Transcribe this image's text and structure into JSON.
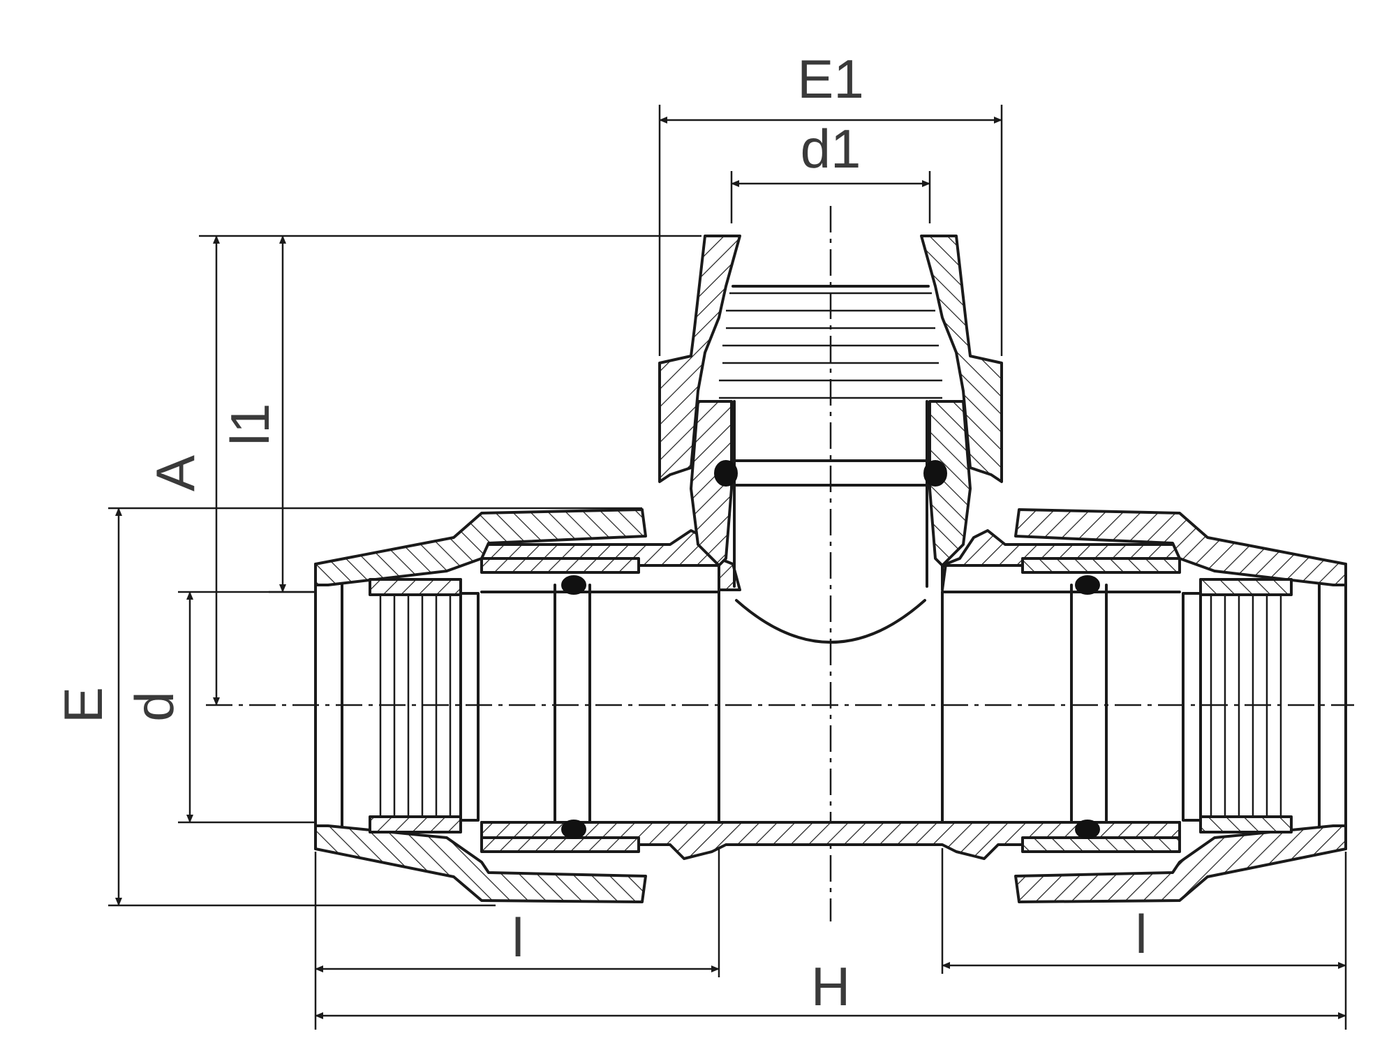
{
  "labels": {
    "E1": "E1",
    "d1": "d1",
    "A": "A",
    "l1": "l1",
    "E": "E",
    "d": "d",
    "l_left": "l",
    "l_right": "l",
    "H": "H"
  },
  "colors": {
    "line": "#1a1a1a",
    "text": "#3a3a3a",
    "background": "#ffffff",
    "seal": "#111111"
  }
}
